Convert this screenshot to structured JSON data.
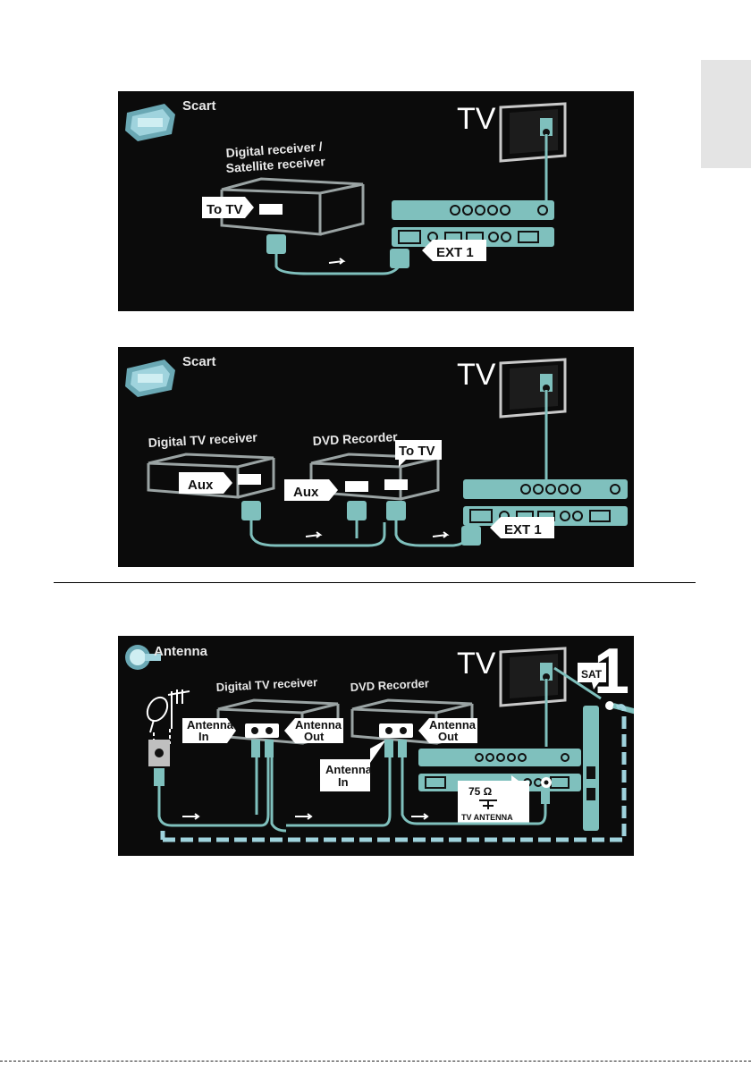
{
  "panel1": {
    "title": "Scart",
    "tv": "TV",
    "device_line1": "Digital receiver /",
    "device_line2": "Satellite receiver",
    "tag_to_tv": "To TV",
    "tag_ext": "EXT 1"
  },
  "panel2": {
    "title": "Scart",
    "tv": "TV",
    "device1": "Digital TV receiver",
    "device2": "DVD Recorder",
    "tag_aux1": "Aux",
    "tag_aux2": "Aux",
    "tag_to_tv": "To TV",
    "tag_ext": "EXT 1"
  },
  "panel3": {
    "title": "Antenna",
    "tv": "TV",
    "number": "1",
    "device1": "Digital TV receiver",
    "device2": "DVD Recorder",
    "sat": "SAT",
    "ant_in1_a": "Antenna",
    "ant_in1_b": "In",
    "ant_out1_a": "Antenna",
    "ant_out1_b": "Out",
    "ant_in2_a": "Antenna",
    "ant_in2_b": "In",
    "ant_out2_a": "Antenna",
    "ant_out2_b": "Out",
    "ohm": "75 Ω",
    "tv_antenna": "TV ANTENNA"
  },
  "colors": {
    "panel_bg": "#0b0b0b",
    "connector": "#7fc0bd",
    "device_stroke": "#9aa3a3",
    "tv_panel": "#7fc0bd"
  }
}
